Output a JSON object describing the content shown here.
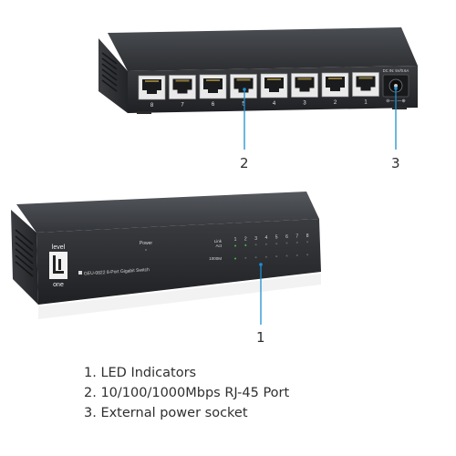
{
  "back_panel": {
    "port_numbers": [
      "8",
      "7",
      "6",
      "5",
      "4",
      "3",
      "2",
      "1"
    ],
    "power_label": "DC IN: 5V/0.6A"
  },
  "front_panel": {
    "brand_top": "level",
    "brand_bottom": "one",
    "model_label": "GEU-0822 8-Port Gigabit Switch",
    "power_label": "Power",
    "link_label": "Link",
    "act_label": "Act",
    "speed_label": "1000M",
    "led_numbers": [
      "1",
      "2",
      "3",
      "4",
      "5",
      "6",
      "7",
      "8"
    ]
  },
  "callouts": {
    "one": "1",
    "two": "2",
    "three": "3"
  },
  "legend": {
    "items": [
      "1. LED Indicators",
      "2. 10/100/1000Mbps RJ-45 Port",
      "3. External power socket"
    ]
  },
  "colors": {
    "callout_line": "#1c8fd1",
    "case_dark": "#2b2d30",
    "led_green": "#3ec24a"
  }
}
